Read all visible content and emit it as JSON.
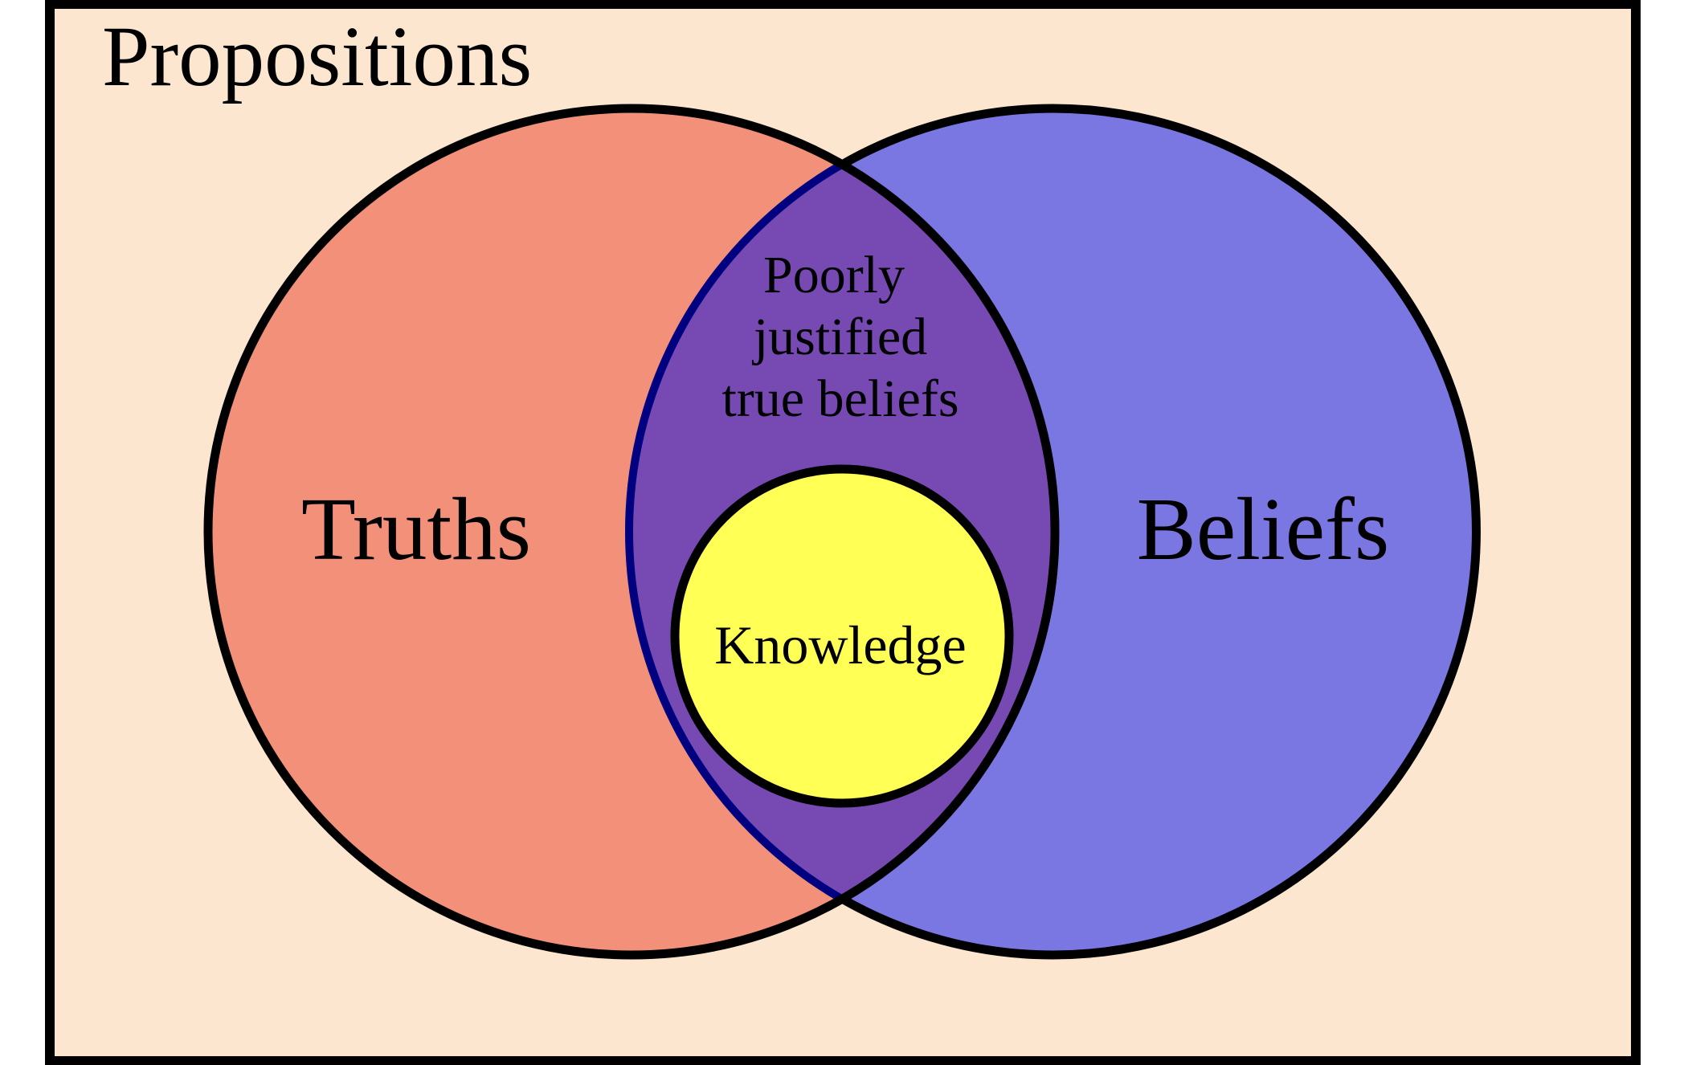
{
  "diagram": {
    "title": "Propositions",
    "sets": [
      {
        "id": "truths",
        "label": "Truths",
        "color": "#F2907A"
      },
      {
        "id": "beliefs",
        "label": "Beliefs",
        "color": "#7B77E2"
      }
    ],
    "intersection": {
      "label_lines": [
        "Poorly",
        "justified",
        "true beliefs"
      ],
      "color": "#7749B2"
    },
    "inner": {
      "label": "Knowledge",
      "color": "#FFFF55"
    },
    "colors": {
      "background": "#FCE6CF",
      "border": "#000000",
      "beliefs_inner_edge": "#000080"
    }
  }
}
